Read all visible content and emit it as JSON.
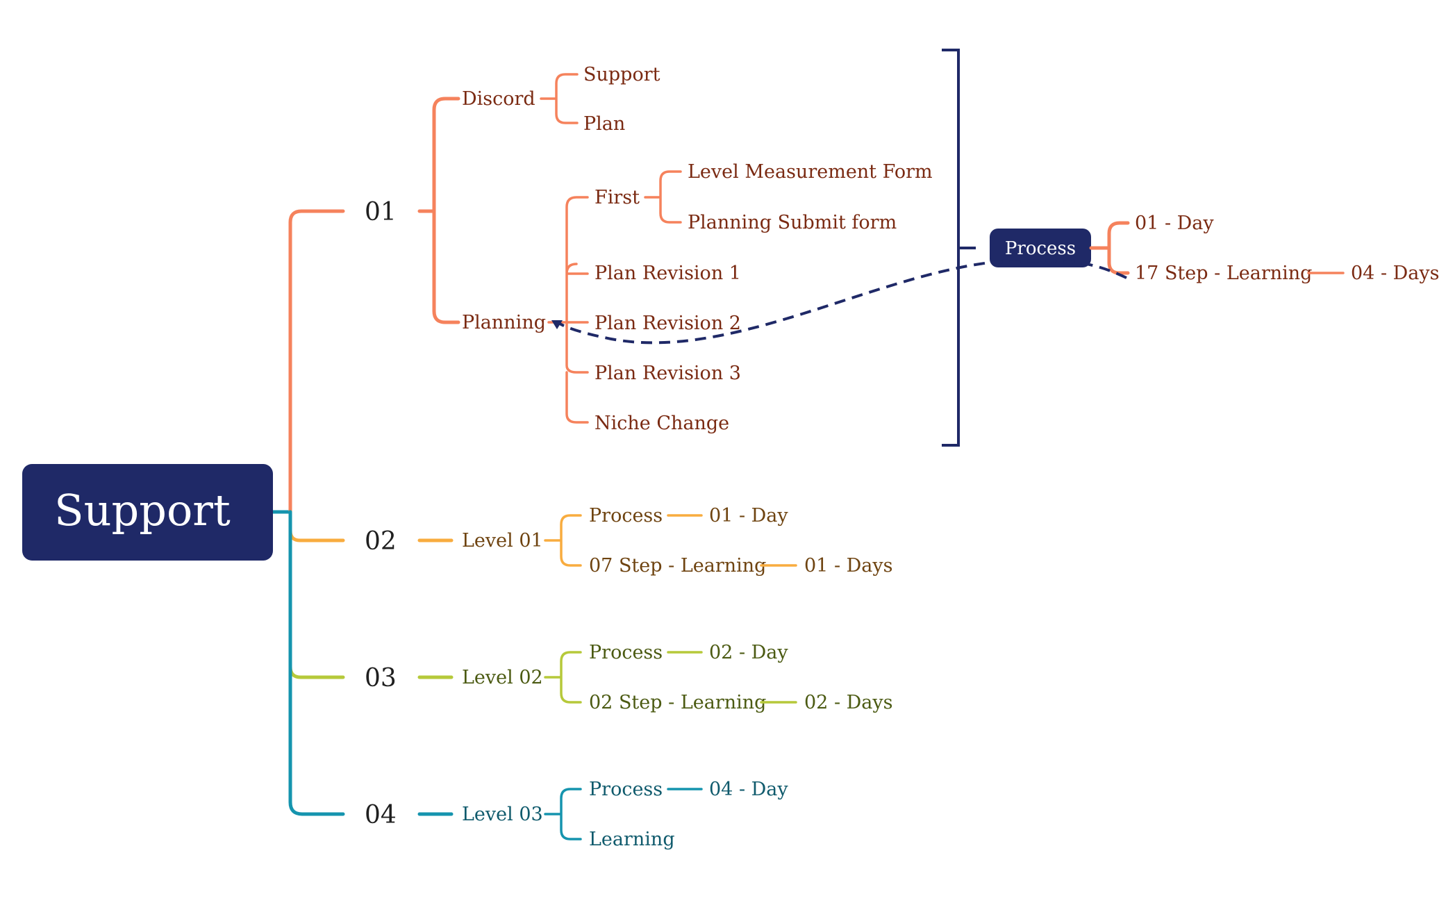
{
  "colors": {
    "navy": "#1f2967",
    "orange": "#f5825c",
    "orange_text": "#7a2a12",
    "amber": "#f8ac3f",
    "amber_text": "#6e4310",
    "lime": "#b6c93a",
    "lime_text": "#4b5a12",
    "teal": "#1594ae",
    "teal_text": "#0f5a6c"
  },
  "root": {
    "label": "Support"
  },
  "branches": {
    "b01": {
      "label": "01",
      "discord": {
        "label": "Discord",
        "support": "Support",
        "plan": "Plan"
      },
      "planning": {
        "label": "Planning",
        "first": {
          "label": "First",
          "level_form": "Level Measurement Form",
          "submit_form": "Planning Submit form"
        },
        "rev1": "Plan Revision 1",
        "rev2": "Plan Revision 2",
        "rev3": "Plan Revision 3",
        "niche": "Niche Change"
      }
    },
    "b02": {
      "label": "02",
      "level": "Level 01",
      "process": "Process",
      "process_value": "01 - Day",
      "learning": "07 Step - Learning",
      "learning_value": "01 - Days"
    },
    "b03": {
      "label": "03",
      "level": "Level 02",
      "process": "Process",
      "process_value": "02 - Day",
      "learning": "02 Step - Learning",
      "learning_value": "02 - Days"
    },
    "b04": {
      "label": "04",
      "level": "Level 03",
      "process": "Process",
      "process_value": "04 - Day",
      "learning": "Learning"
    }
  },
  "summary": {
    "label": "Process",
    "day": "01 - Day",
    "learning": "17 Step - Learning",
    "learning_value": "04 - Days"
  }
}
